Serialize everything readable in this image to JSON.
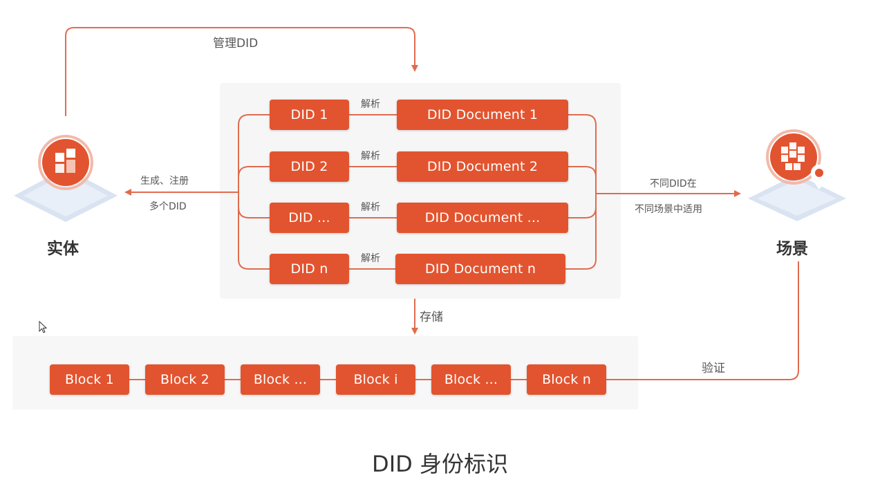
{
  "caption": "DID 身份标识",
  "entity": {
    "label": "实体"
  },
  "scene": {
    "label": "场景"
  },
  "labels": {
    "manage": "管理DID",
    "generate_line1": "生成、注册",
    "generate_line2": "多个DID",
    "store": "存储",
    "apply_line1": "不同DID在",
    "apply_line2": "不同场景中适用",
    "verify": "验证"
  },
  "did_rows": [
    {
      "did": "DID 1",
      "parse": "解析",
      "doc": "DID Document 1"
    },
    {
      "did": "DID 2",
      "parse": "解析",
      "doc": "DID Document 2"
    },
    {
      "did": "DID ...",
      "parse": "解析",
      "doc": "DID Document ..."
    },
    {
      "did": "DID n",
      "parse": "解析",
      "doc": "DID Document n"
    }
  ],
  "blocks": [
    "Block 1",
    "Block 2",
    "Block ...",
    "Block i",
    "Block ...",
    "Block n"
  ],
  "colors": {
    "accent": "#e2542f",
    "line": "#e06b4f"
  },
  "icons": {
    "entity": "entity-cube-icon",
    "scene": "scene-cubes-icon",
    "cursor": "mouse-cursor-icon"
  }
}
